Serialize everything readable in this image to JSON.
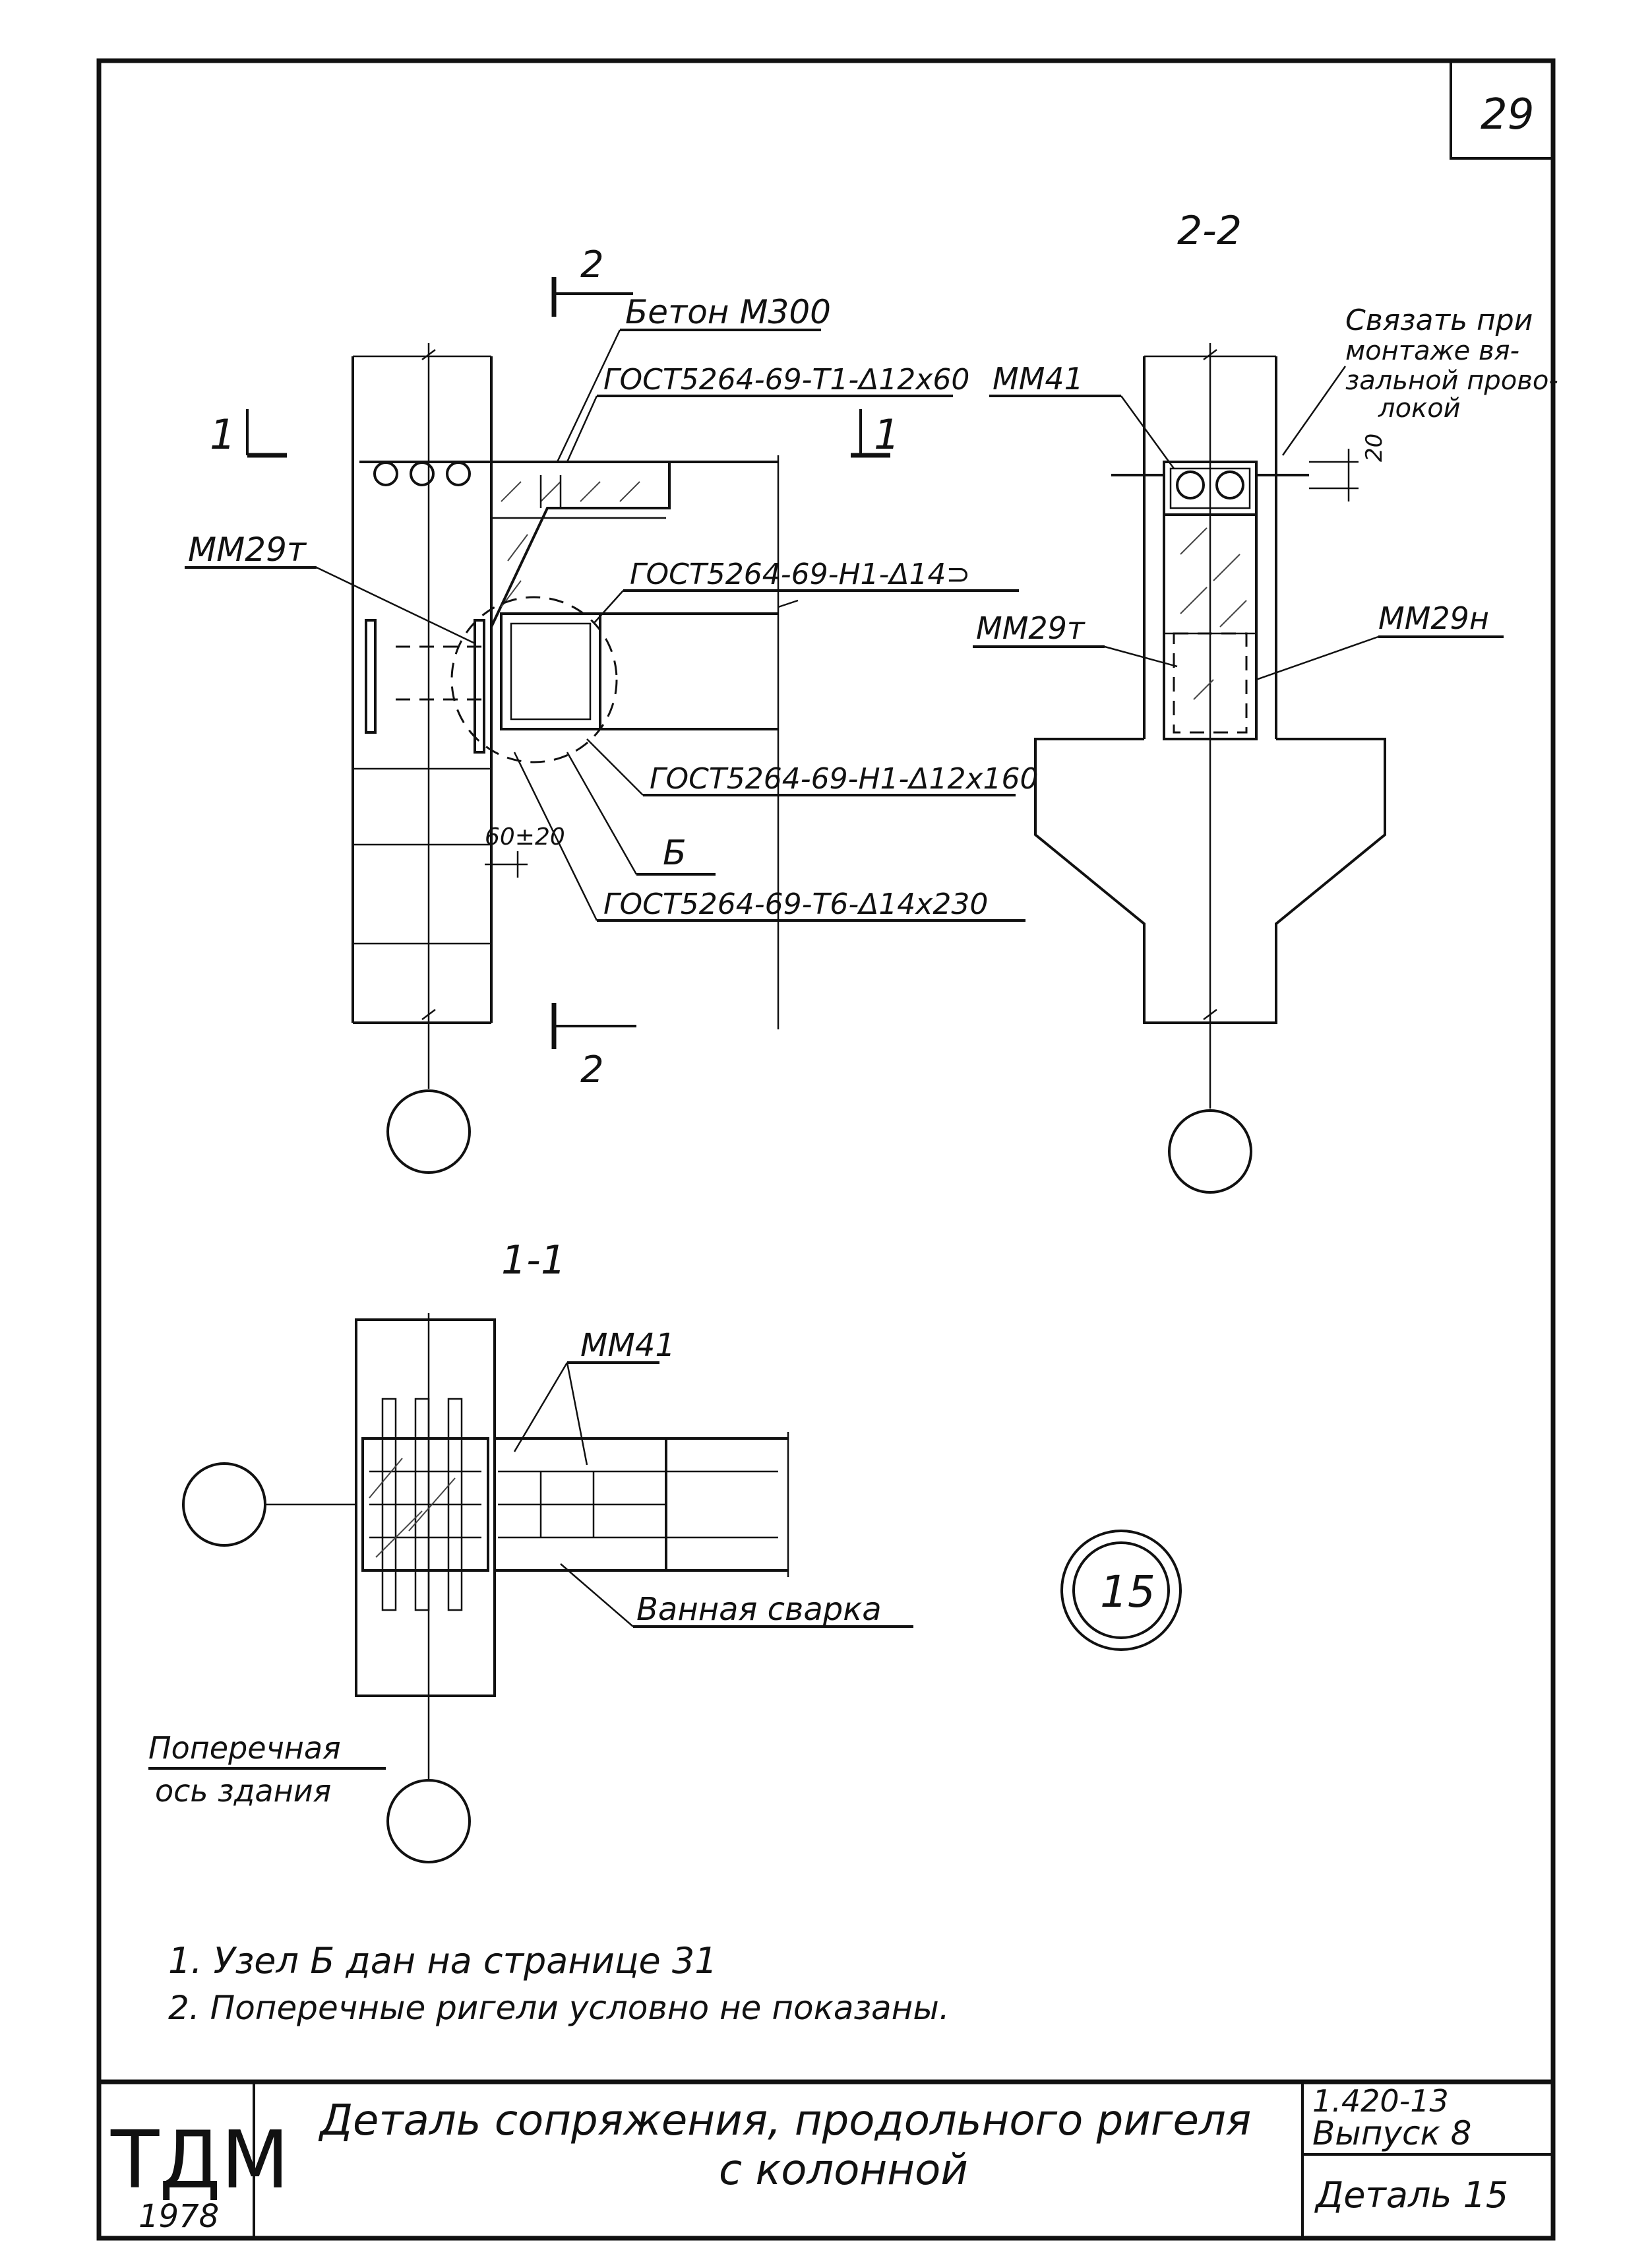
{
  "sheet": {
    "page_number": "29",
    "section_2_2": "2-2",
    "section_1_1": "1-1",
    "section_mark_1": "1",
    "section_mark_2": "2"
  },
  "labels": {
    "beton": "Бетон М300",
    "gost_t1": "ГОСТ5264-69-Т1-Δ12х60",
    "gost_n1_14": "ГОСТ5264-69-Н1-Δ14⊃",
    "gost_n1_12": "ГОСТ5264-69-Н1-Δ12х160",
    "gost_t6": "ГОСТ5264-69-Т6-Δ14х230",
    "mm29t_left": "ММ29т",
    "mm41_top": "ММ41",
    "mm29t_right": "ММ29т",
    "mm29n": "ММ29н",
    "mm41_bottom": "ММ41",
    "node_b": "Б",
    "dim_60": "60±20",
    "dim_20": "20",
    "tie_note_1": "Связать при",
    "tie_note_2": "монтаже вя-",
    "tie_note_3": "зальной прово-",
    "tie_note_4": "локой",
    "bath_welding": "Ванная сварка",
    "axis_label_1": "Поперечная",
    "axis_label_2": "ось здания",
    "detail_badge": "15"
  },
  "notes": [
    "1. Узел Б дан на странице 31",
    "2. Поперечные ригели условно не показаны."
  ],
  "title_block": {
    "logo": "ТДМ",
    "year": "1978",
    "title_line1": "Деталь сопряжения, продольного ригеля",
    "title_line2": "с колонной",
    "series": "1.420-13",
    "issue": "Выпуск 8",
    "detail": "Деталь 15"
  }
}
